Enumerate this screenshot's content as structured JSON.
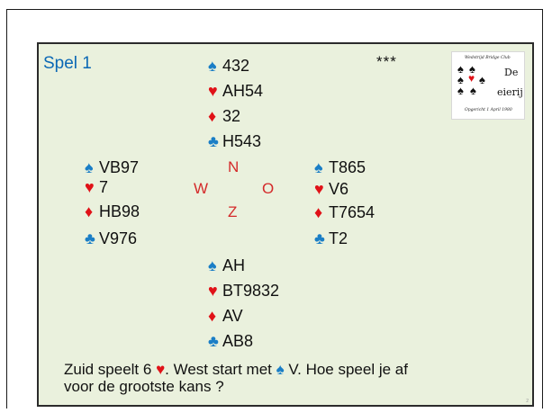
{
  "slide": {
    "title": "Spel 1",
    "stars": "***",
    "page_number": "2"
  },
  "logo": {
    "club_name": "Wedstrijd Bridge Club",
    "word_part1": "De",
    "word_part2": "eierij",
    "founded": "Opgericht 1 April 1980"
  },
  "hands": {
    "north": {
      "spades": "432",
      "hearts": "AH54",
      "diamonds": "32",
      "clubs": "H543"
    },
    "west": {
      "spades": "VB97",
      "hearts": "7",
      "diamonds": "HB98",
      "clubs": "V976"
    },
    "east": {
      "spades": "T865",
      "hearts": "V6",
      "diamonds": "T7654",
      "clubs": "T2"
    },
    "south": {
      "spades": "AH",
      "hearts": "BT9832",
      "diamonds": "AV",
      "clubs": "AB8"
    }
  },
  "compass": {
    "n": "N",
    "w": "W",
    "e": "O",
    "s": "Z"
  },
  "suit_symbols": {
    "spades": "♠",
    "hearts": "♥",
    "diamonds": "♦",
    "clubs": "♣"
  },
  "question": {
    "part1": "Zuid speelt 6 ",
    "part2": ". West start met ",
    "part3": " V. Hoe speel je af",
    "line2": "voor  de grootste kans ?"
  },
  "colors": {
    "background": "#eaf1dd",
    "title": "#0b68b5",
    "red_suit": "#e01218",
    "black_suit": "#1a7ec6",
    "compass": "#d42a2a"
  }
}
